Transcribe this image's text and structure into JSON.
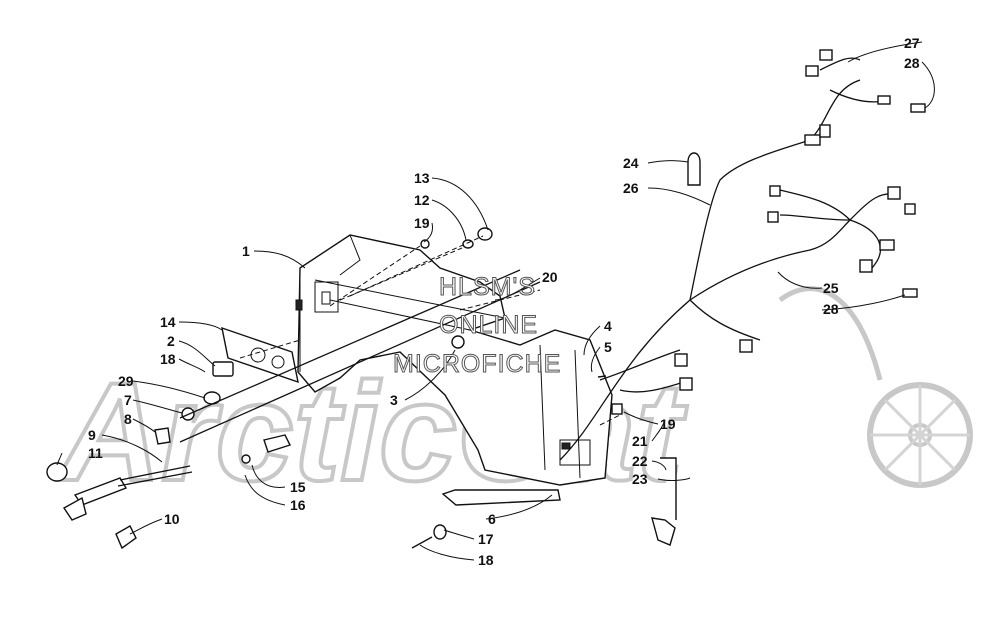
{
  "watermark": {
    "lines": [
      "HLSM'S",
      "ONLINE",
      "MICROFICHE"
    ],
    "logo_text": "ArcticCat"
  },
  "callouts": [
    {
      "id": "c27",
      "text": "27"
    },
    {
      "id": "c28a",
      "text": "28"
    },
    {
      "id": "c24",
      "text": "24"
    },
    {
      "id": "c26",
      "text": "26"
    },
    {
      "id": "c13",
      "text": "13"
    },
    {
      "id": "c12",
      "text": "12"
    },
    {
      "id": "c19a",
      "text": "19"
    },
    {
      "id": "c1",
      "text": "1"
    },
    {
      "id": "c20",
      "text": "20"
    },
    {
      "id": "c25",
      "text": "25"
    },
    {
      "id": "c28b",
      "text": "28"
    },
    {
      "id": "c14",
      "text": "14"
    },
    {
      "id": "c2",
      "text": "2"
    },
    {
      "id": "c18a",
      "text": "18"
    },
    {
      "id": "c4",
      "text": "4"
    },
    {
      "id": "c5",
      "text": "5"
    },
    {
      "id": "c29",
      "text": "29"
    },
    {
      "id": "c3",
      "text": "3"
    },
    {
      "id": "c7",
      "text": "7"
    },
    {
      "id": "c8",
      "text": "8"
    },
    {
      "id": "c19b",
      "text": "19"
    },
    {
      "id": "c9",
      "text": "9"
    },
    {
      "id": "c11",
      "text": "11"
    },
    {
      "id": "c21",
      "text": "21"
    },
    {
      "id": "c22",
      "text": "22"
    },
    {
      "id": "c23",
      "text": "23"
    },
    {
      "id": "c15",
      "text": "15"
    },
    {
      "id": "c16",
      "text": "16"
    },
    {
      "id": "c6",
      "text": "6"
    },
    {
      "id": "c10",
      "text": "10"
    },
    {
      "id": "c17",
      "text": "17"
    },
    {
      "id": "c18b",
      "text": "18"
    }
  ]
}
